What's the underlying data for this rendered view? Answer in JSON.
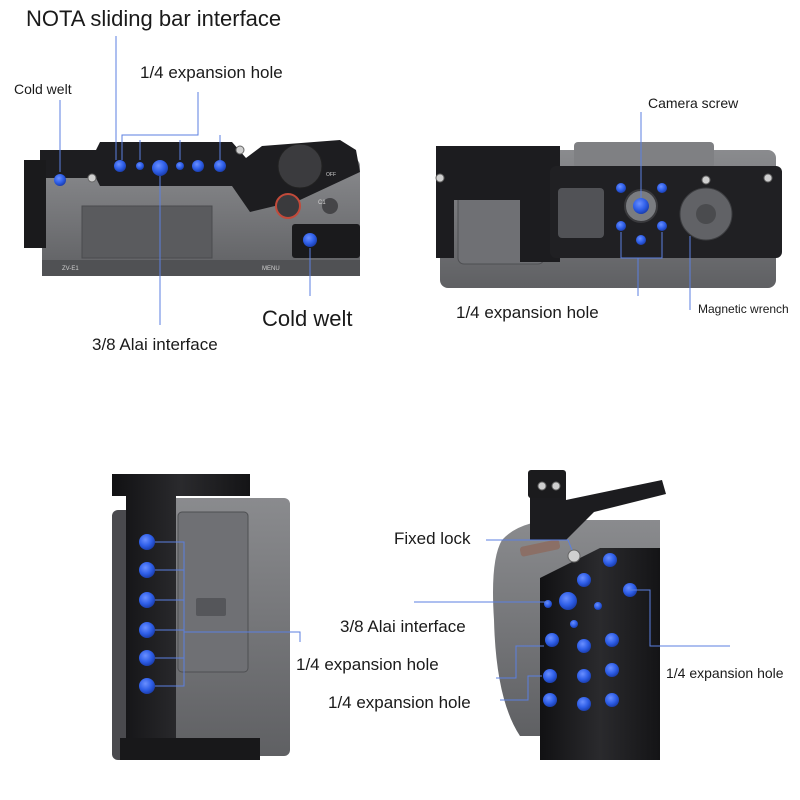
{
  "colors": {
    "accent": "#2f5fe8",
    "callout_line": "#5b7fe0",
    "cage_dark": "#1b1b1d",
    "camera_body": "#6e6f72",
    "camera_body_light": "#8a8b8e"
  },
  "panels": {
    "top_view": {
      "labels": {
        "nota": "NOTA sliding bar interface",
        "cold_welt_left": "Cold welt",
        "expansion_hole": "1/4 expansion hole",
        "alai_interface": "3/8 Alai interface",
        "cold_welt_right": "Cold welt"
      },
      "printed_text": {
        "model": "ZV-E1",
        "menu": "MENU",
        "c1": "C1",
        "off": "OFF"
      }
    },
    "bottom_view": {
      "labels": {
        "camera_screw": "Camera screw",
        "expansion_hole": "1/4 expansion hole",
        "magnetic_wrench": "Magnetic wrench"
      }
    },
    "left_side_view": {
      "labels": {
        "expansion_hole": "1/4 expansion hole"
      }
    },
    "right_side_view": {
      "labels": {
        "fixed_lock": "Fixed lock",
        "alai_interface": "3/8 Alai interface",
        "expansion_hole_right": "1/4 expansion hole",
        "expansion_hole_bottom": "1/4 expansion hole"
      }
    }
  }
}
